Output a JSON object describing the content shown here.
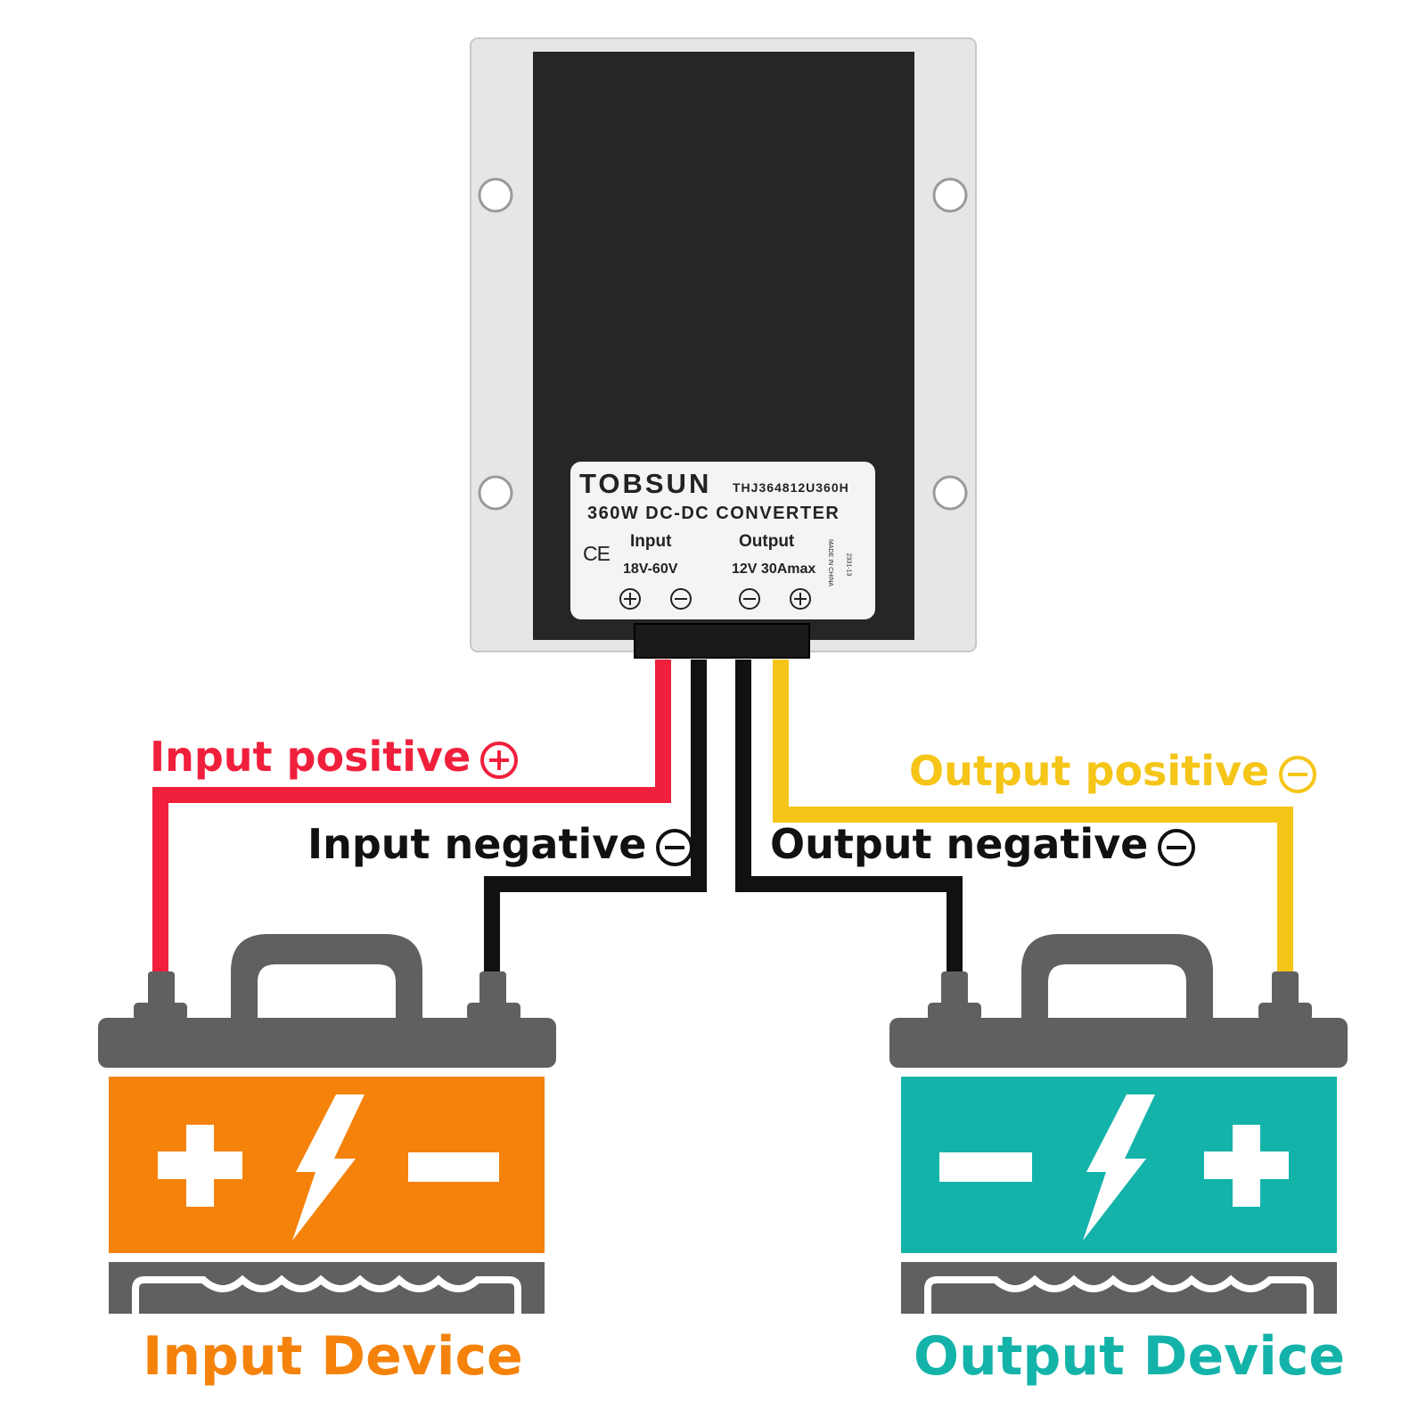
{
  "converter": {
    "brand": "TOBSUN",
    "model": "THJ364812U360H",
    "title": "360W DC-DC CONVERTER",
    "ce_mark": "CE",
    "input_label": "Input",
    "input_range": "18V-60V",
    "output_label": "Output",
    "output_range": "12V 30Amax",
    "origin": "MADE IN CHINA",
    "batch": "2331-13",
    "terminals": [
      "+",
      "−",
      "−",
      "+"
    ]
  },
  "labels": {
    "input_positive": "Input positive",
    "input_negative": "Input negative",
    "output_positive": "Output positive",
    "output_negative": "Output negative"
  },
  "devices": {
    "input": "Input Device",
    "output": "Output Device"
  },
  "colors": {
    "red_wire": "#f0203c",
    "black_wire": "#111111",
    "yellow_wire": "#f5c518",
    "input_battery": "#f5820a",
    "output_battery": "#14b3aa",
    "battery_gray": "#606060",
    "input_text": "#f5820a",
    "output_text": "#14b3aa"
  }
}
